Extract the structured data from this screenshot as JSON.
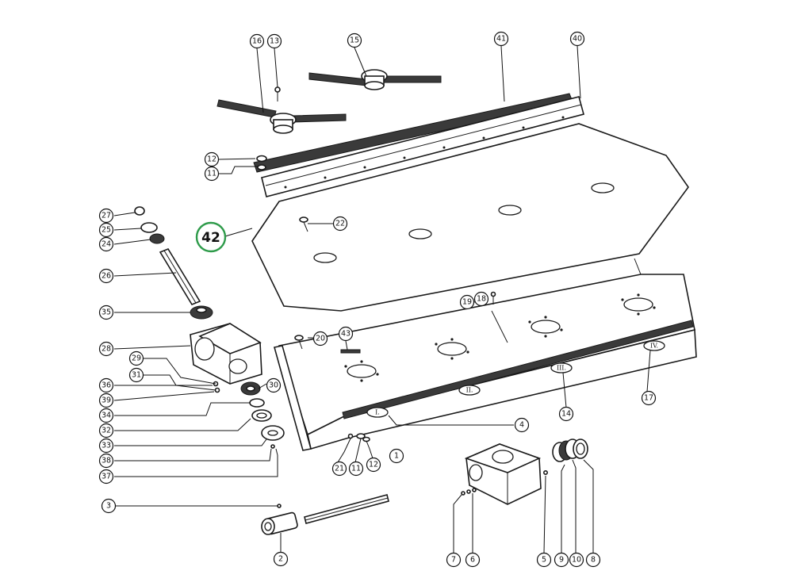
{
  "highlight": {
    "label": "42"
  },
  "callouts": [
    "16",
    "13",
    "15",
    "41",
    "40",
    "12",
    "11",
    "22",
    "27",
    "25",
    "24",
    "26",
    "35",
    "28",
    "29",
    "31",
    "30",
    "36",
    "39",
    "34",
    "32",
    "33",
    "38",
    "37",
    "19",
    "18",
    "20",
    "43",
    "17",
    "14",
    "4",
    "21",
    "11",
    "12",
    "1",
    "3",
    "2",
    "7",
    "6",
    "5",
    "9",
    "10",
    "8"
  ],
  "roman_labels": [
    "I.",
    "II.",
    "III.",
    "IV."
  ]
}
